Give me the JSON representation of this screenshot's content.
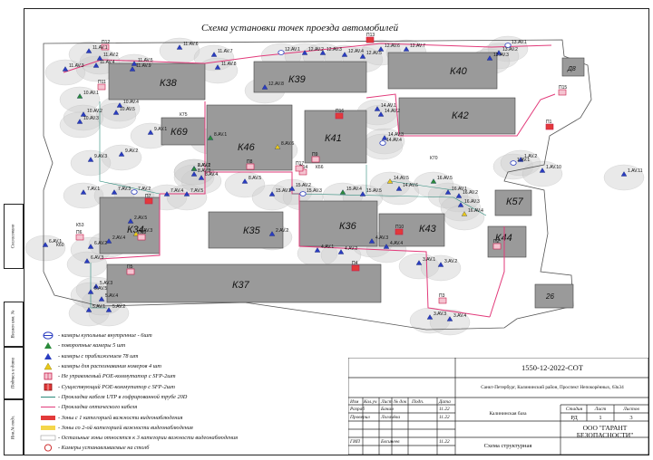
{
  "title": "Схема установки точек проезда автомобилей",
  "buildings": [
    "К38",
    "К39",
    "К40",
    "К42",
    "К69",
    "К46",
    "К41",
    "К34",
    "К35",
    "К36",
    "К43",
    "К57",
    "К44",
    "К37",
    "Д8",
    "26"
  ],
  "small_labels": [
    "К75",
    "К66",
    "К70",
    "К53",
    "К60"
  ],
  "camera_labels": [
    "11.AV.6",
    "11.AV.7",
    "11.AV.3",
    "11.AV.4",
    "11.AV.5",
    "11.AV.8",
    "11.AV.9",
    "11.AV.2",
    "11.AV.1",
    "12.AV.1",
    "12.AV.2",
    "12.AV.3",
    "12.AV.4",
    "12.AV.5",
    "12.AV.6",
    "12.AV.7",
    "12.AV.8",
    "13.AV.1",
    "13.AV.2",
    "13.AV.3",
    "10.AV.1",
    "10.AV.2",
    "10.AV.3",
    "10.AV.4",
    "10.AV.5",
    "9.AV.1",
    "9.AV.2",
    "9.AV.3",
    "8.AV.1",
    "8.AV.2",
    "8.AV.3",
    "8.AV.4",
    "8.AV.5",
    "8.AV.6",
    "7.AV.1",
    "7.AV.2",
    "7.AV.3",
    "7.AV.4",
    "7.AV.5",
    "6.AV.1",
    "6.AV.2",
    "6.AV.3",
    "14.AV.1",
    "14.AV.2",
    "14.AV.3",
    "14.AV.4",
    "14.AV.5",
    "14.AV.6",
    "15.AV.1",
    "15.AV.2",
    "15.AV.3",
    "15.AV.4",
    "15.AV.5",
    "16.AV.1",
    "16.AV.2",
    "16.AV.3",
    "16.AV.4",
    "16.AV.5",
    "1.AV.1",
    "1.AV.2",
    "1.AV.10",
    "1.AV.11",
    "2.AV.1",
    "2.AV.2",
    "2.AV.3",
    "2.AV.4",
    "2.AV.5",
    "3.AV.1",
    "3.AV.2",
    "3.AV.3",
    "3.AV.4",
    "4.AV.1",
    "4.AV.2",
    "4.AV.3",
    "4.AV.4",
    "5.AV.1",
    "5.AV.2",
    "5.AV.3",
    "5.AV.4",
    "5.AV.5"
  ],
  "switch_labels": [
    "П1",
    "П2",
    "П3",
    "П4",
    "П5",
    "П6",
    "П7",
    "П8",
    "П9",
    "П10",
    "П11",
    "П12",
    "П13",
    "П14",
    "П15",
    "П16",
    "П17",
    "П18"
  ],
  "legend": [
    {
      "sym": "dome",
      "text": "- камеры купольные внутренние - 6шт"
    },
    {
      "sym": "ptz",
      "text": "- поворотные камеры 5 шт"
    },
    {
      "sym": "zoom",
      "text": "- камеры с приближением 78 шт"
    },
    {
      "sym": "plate",
      "text": "- камеры для распознавания номеров 4 шт"
    },
    {
      "sym": "poe_unmanaged",
      "text": "- Не управляемый POE-коммутатор с SFP-2шт"
    },
    {
      "sym": "poe_existing",
      "text": "- Существующий POE-коммутатор с SFP-2шт"
    },
    {
      "sym": "utp",
      "text": "- Прокладка кабеля UTP в гофрированной трубе 20D"
    },
    {
      "sym": "fiber",
      "text": "- Прокладка оптического кабеля"
    },
    {
      "sym": "zone1",
      "text": "- Зоны с 1 категорией важности видеонаблюдения"
    },
    {
      "sym": "zone2",
      "text": "- Зоны со 2-ой категорией важности видеонаблюдения"
    },
    {
      "sym": "zone3",
      "text": "- Остальные зоны относятся к 3 категории важности видеонаблюдения"
    },
    {
      "sym": "pole",
      "text": "- Камеры устанавливаемые на столб"
    }
  ],
  "side_labels": [
    "Инв.№ подл.",
    "Подпись и дата",
    "Взамен инв. №",
    "Согласовано"
  ],
  "stamp": {
    "doc_code": "1550-12-2022-СОТ",
    "address": "Санкт-Петербург, Калининский район, Проспект Непокорённых, 63к34",
    "headers": [
      "Изм",
      "Кол.уч",
      "Лист",
      "№ док",
      "Подп.",
      "Дата"
    ],
    "role1": "Разраб",
    "name1": "Бачин",
    "date1": "11.22",
    "role2": "Проверил",
    "name2": "Логачёва",
    "date2": "11.22",
    "role3": "ГИП",
    "name3": "Евсинеев",
    "date3": "11.22",
    "project": "Калининская база",
    "sheet_title": "Схема структурная",
    "stage_h": "Стадия",
    "sheet_h": "Лист",
    "sheets_h": "Листов",
    "stage": "РД",
    "sheet": "1",
    "sheets": "3",
    "company": "ООО \"ГАРАНТ БЕЗОПАСНОСТИ\""
  }
}
